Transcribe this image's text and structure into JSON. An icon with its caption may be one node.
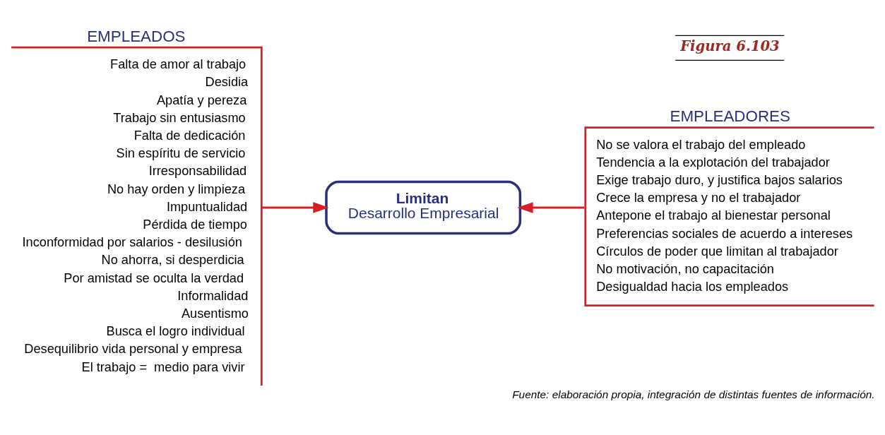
{
  "diagram": {
    "caption": "Fuente: elaboración propia, integración de distintas fuentes de información.",
    "nodes": [
      {
        "text": [
          "EMPLEADOS",
          "Falta de amor al trabajo",
          "Desidia",
          "Apatía y pereza",
          "Trabajo sin entusiasmo",
          "Falta de dedicación",
          "Sin espíritu de servicio",
          "Irresponsabilidad",
          "No hay orden y limpieza",
          "Impuntualidad",
          "Pérdida de tiempo",
          "Inconformidad por salarios - desilusión",
          "No ahorra, si desperdicia",
          "Por amistad se oculta la verdad",
          "Informalidad",
          "Ausentismo",
          "Busca el logro individual",
          "Desequilibrio vida personal y empresa",
          "El trabajo =  medio para vivir"
        ]
      },
      {
        "text": [
          "Limitan",
          "Desarrollo Empresarial"
        ]
      },
      {
        "text": [
          "EMPLEADORES",
          "No se valora el trabajo del empleado",
          "Tendencia a la explotación del trabajador",
          "Exige trabajo duro, y justifica bajos salarios",
          "Crece la empresa y no el trabajador",
          "Antepone el trabajo al bienestar personal",
          "Preferencias sociales de acuerdo a intereses",
          "Círculos de poder que limitan al trabajador",
          "No motivación, no capacitación",
          "Desigualdad hacia los empleados"
        ]
      }
    ],
    "edges": [
      {
        "from": 0,
        "to": 1,
        "arrow": "to"
      },
      {
        "from": 2,
        "to": 1,
        "arrow": "to"
      }
    ],
    "labels": [
      "Figura 6.103"
    ]
  }
}
